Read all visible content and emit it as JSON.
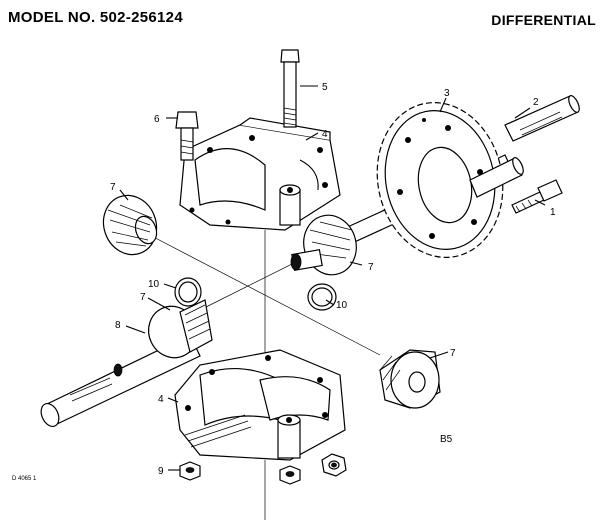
{
  "header": {
    "model_number": "MODEL NO. 502-256124",
    "section_title": "DIFFERENTIAL"
  },
  "callouts": {
    "c1": "1",
    "c2": "2",
    "c3": "3",
    "c4a": "4",
    "c4b": "4",
    "c5": "5",
    "c6": "6",
    "c7a": "7",
    "c7b": "7",
    "c7c": "7",
    "c7d": "7",
    "c8": "8",
    "c9": "9",
    "c10a": "10",
    "c10b": "10"
  },
  "figure_code": "B5",
  "drawing_number": "D 4065 1"
}
